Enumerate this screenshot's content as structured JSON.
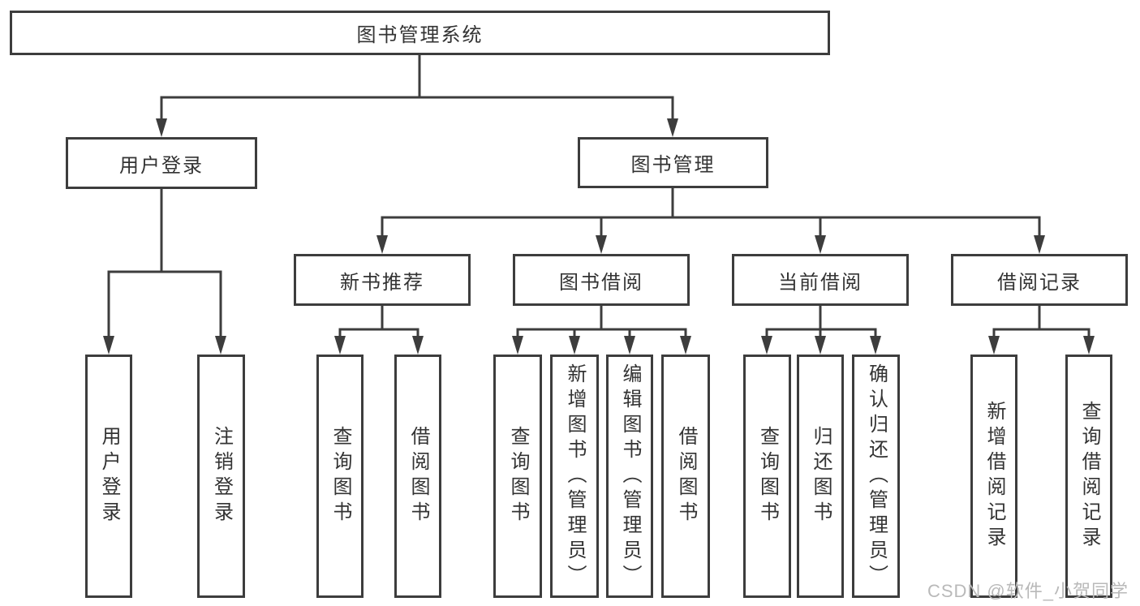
{
  "colors": {
    "line": "#3d3d3d",
    "text": "#333333",
    "watermark": "#b9b9b9",
    "background": "#ffffff"
  },
  "watermark": {
    "text": "CSDN @软件_小贺同学"
  },
  "tree": {
    "label": "图书管理系统",
    "children": [
      {
        "label": "用户登录",
        "children": [
          {
            "label": "用户登录"
          },
          {
            "label": "注销登录"
          }
        ]
      },
      {
        "label": "图书管理",
        "children": [
          {
            "label": "新书推荐",
            "children": [
              {
                "label": "查询图书"
              },
              {
                "label": "借阅图书"
              }
            ]
          },
          {
            "label": "图书借阅",
            "children": [
              {
                "label": "查询图书"
              },
              {
                "label": "新增图书（管理员）"
              },
              {
                "label": "编辑图书（管理员）"
              },
              {
                "label": "借阅图书"
              }
            ]
          },
          {
            "label": "当前借阅",
            "children": [
              {
                "label": "查询图书"
              },
              {
                "label": "归还图书"
              },
              {
                "label": "确认归还（管理员）"
              }
            ]
          },
          {
            "label": "借阅记录",
            "children": [
              {
                "label": "新增借阅记录"
              },
              {
                "label": "查询借阅记录"
              }
            ]
          }
        ]
      }
    ]
  }
}
